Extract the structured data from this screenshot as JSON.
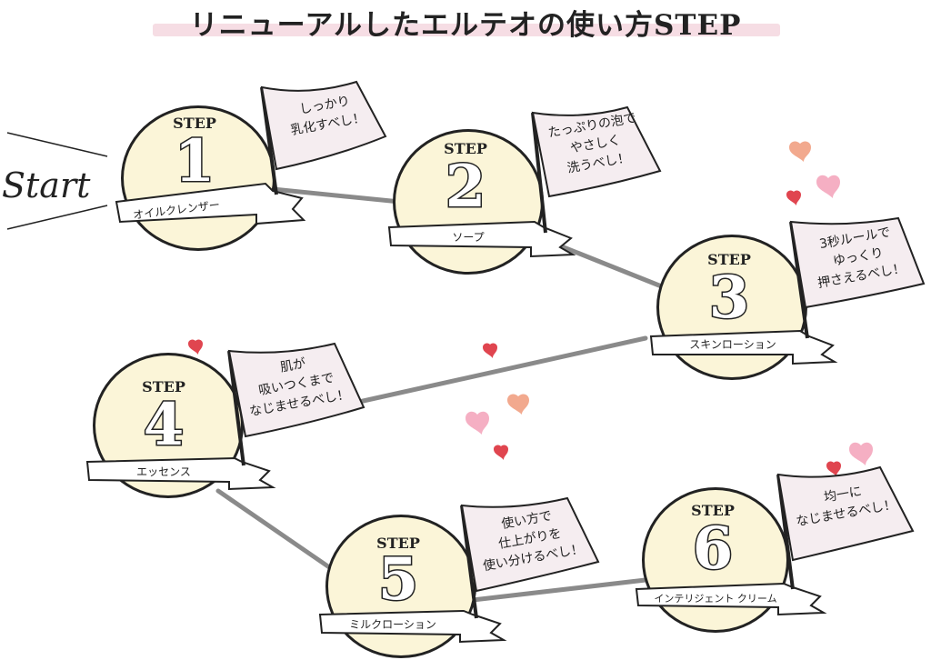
{
  "title": "リニューアルしたエルテオの使い方STEP",
  "start_label": "Start",
  "steps": [
    {
      "word": "STEP",
      "number": "1",
      "product": "オイルクレンザー",
      "message": "しっかり\n乳化すべし！"
    },
    {
      "word": "STEP",
      "number": "2",
      "product": "ソープ",
      "message": "たっぷりの泡で\nやさしく\n洗うべし！"
    },
    {
      "word": "STEP",
      "number": "3",
      "product": "スキンローション",
      "message": "3秒ルールで\nゆっくり\n押さえるべし！"
    },
    {
      "word": "STEP",
      "number": "4",
      "product": "エッセンス",
      "message": "肌が\n吸いつくまで\nなじませるべし！"
    },
    {
      "word": "STEP",
      "number": "5",
      "product": "ミルクローション",
      "message": "使い方で\n仕上がりを\n使い分けるべし！"
    },
    {
      "word": "STEP",
      "number": "6",
      "product": "インテリジェント クリーム",
      "message": "均一に\nなじませるべし！"
    }
  ],
  "colors": {
    "circle_fill": "#fbf5d8",
    "flag_fill": "#f5edf0",
    "path_line": "#8a8a8a",
    "title_band": "#f6dde4",
    "heart_red": "#e0454f",
    "heart_pink": "#f4a6bd",
    "heart_orange": "#f09a7a"
  }
}
